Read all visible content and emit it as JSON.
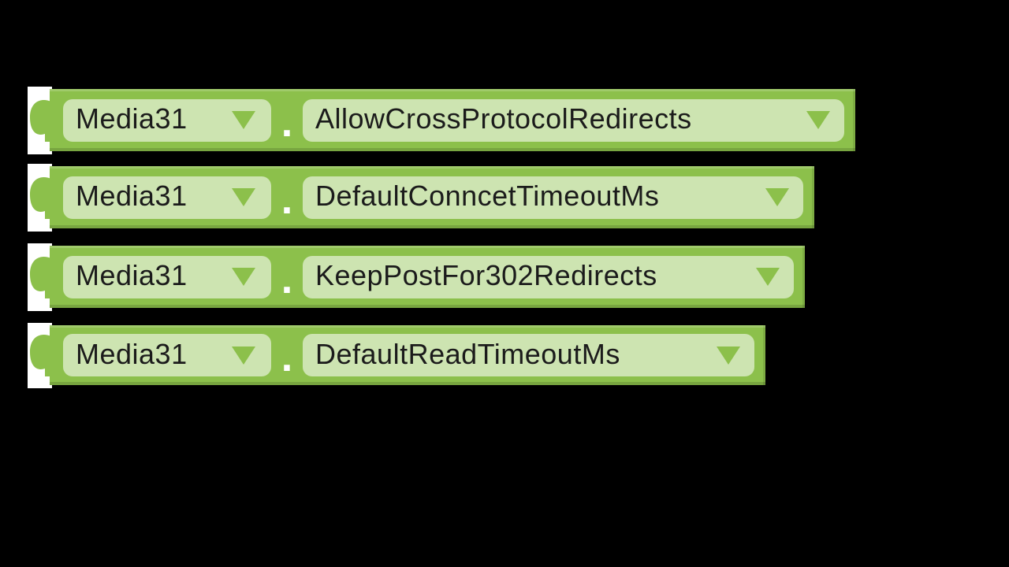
{
  "workspace": {
    "app": "blocks-editor",
    "background_color": "#000000",
    "canvas_color": "#FFFFFF",
    "colors": {
      "block_green": "#8CC04B",
      "field_light_green": "#CDE4B1",
      "text": "#1B1B1B",
      "separator": "#FFFFFF"
    },
    "separator": ".",
    "icons": {
      "dropdown_arrow": "▼",
      "output_plug": "puzzle-tab-left"
    },
    "blocks": [
      {
        "component": "Media31",
        "property": "AllowCrossProtocolRedirects"
      },
      {
        "component": "Media31",
        "property": "DefaultConncetTimeoutMs"
      },
      {
        "component": "Media31",
        "property": "KeepPostFor302Redirects"
      },
      {
        "component": "Media31",
        "property": "DefaultReadTimeoutMs"
      }
    ]
  }
}
